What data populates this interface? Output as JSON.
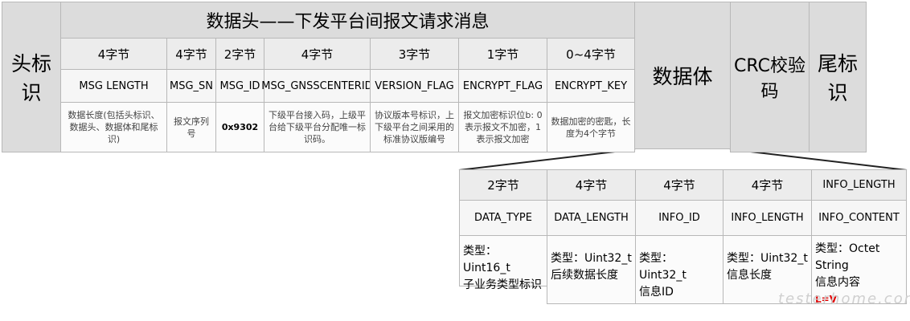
{
  "header": {
    "title": "数据头——下发平台间报文请求消息",
    "head_mark": "头标识",
    "body": "数据体",
    "crc": "CRC校验码",
    "tail_mark": "尾标识",
    "columns": [
      {
        "bytes": "4字节",
        "field": "MSG LENGTH",
        "desc": "数据长度(包括头标识、数据头、数据体和尾标识)"
      },
      {
        "bytes": "4字节",
        "field": "MSG_SN",
        "desc": "报文序列号"
      },
      {
        "bytes": "2字节",
        "field": "MSG_ID",
        "desc": "0x9302"
      },
      {
        "bytes": "4字节",
        "field": "MSG_GNSSCENTERID",
        "desc": "下级平台接入码，上级平台给下级平台分配唯一标识码。"
      },
      {
        "bytes": "3字节",
        "field": "VERSION_FLAG",
        "desc": "协议版本号标识，上下级平台之间采用的标准协议版编号"
      },
      {
        "bytes": "1字节",
        "field": "ENCRYPT_FLAG",
        "desc": "报文加密标识位b: 0表示报文不加密，1表示报文加密"
      },
      {
        "bytes": "0~4字节",
        "field": "ENCRYPT_KEY",
        "desc": "数据加密的密匙，长度为4个字节"
      }
    ]
  },
  "body_detail": {
    "columns": [
      {
        "bytes": "2字节",
        "field": "DATA_TYPE",
        "type_line1": "类型：Uint16_t",
        "type_line2": "子业务类型标识"
      },
      {
        "bytes": "4字节",
        "field": "DATA_LENGTH",
        "type_line1": "类型：Uint32_t",
        "type_line2": "后续数据长度"
      },
      {
        "bytes": "4字节",
        "field": "INFO_ID",
        "type_line1": "类型：Uint32_t",
        "type_line2": "信息ID"
      },
      {
        "bytes": "4字节",
        "field": "INFO_LENGTH",
        "type_line1": "类型：Uint32_t",
        "type_line2": "信息长度"
      },
      {
        "bytes": "INFO_LENGTH",
        "field": "INFO_CONTENT",
        "type_line1": "类型：Octet String",
        "type_line2": "信息内容",
        "note": "L=V"
      }
    ]
  },
  "watermark": "testerhome.com",
  "colors": {
    "header_bg": "#dcdcdc",
    "cell_border": "#b8b8b8",
    "note_red": "#e00000"
  }
}
